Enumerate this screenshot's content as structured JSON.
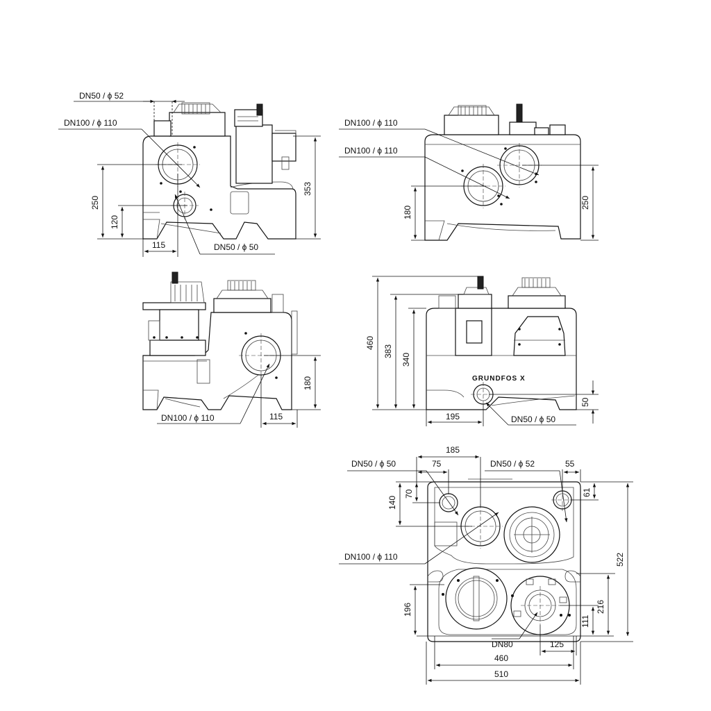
{
  "view_left": {
    "dn50_52": "DN50 /   ϕ 52",
    "dn100_110": "DN100 /   ϕ 110",
    "dn50_50": "DN50 /   ϕ 50",
    "dim_353": "353",
    "dim_250": "250",
    "dim_120": "120",
    "dim_115": "115"
  },
  "view_right": {
    "dn100_110_top": "DN100 /   ϕ 110",
    "dn100_110_low": "DN100 /   ϕ 110",
    "dim_180": "180",
    "dim_250": "250"
  },
  "view_back": {
    "dn100_110": "DN100 /   ϕ 110",
    "dim_180": "180",
    "dim_115": "115"
  },
  "view_front": {
    "dim_460": "460",
    "dim_383": "383",
    "dim_340": "340",
    "dim_195": "195",
    "dim_50": "50",
    "dn50_50": "DN50 /   ϕ 50",
    "brand": "GRUNDFOS X"
  },
  "view_top": {
    "dim_185": "185",
    "dim_75": "75",
    "dim_55": "55",
    "dim_70": "70",
    "dim_61": "61",
    "dim_140": "140",
    "dim_522": "522",
    "dim_216": "216",
    "dim_196": "196",
    "dim_111": "111",
    "dim_125": "125",
    "dim_460": "460",
    "dim_510": "510",
    "dn50_50": "DN50 /   ϕ 50",
    "dn50_52": "DN50 /   ϕ 52",
    "dn100_110": "DN100 /   ϕ 110",
    "dn80": "DN80"
  }
}
